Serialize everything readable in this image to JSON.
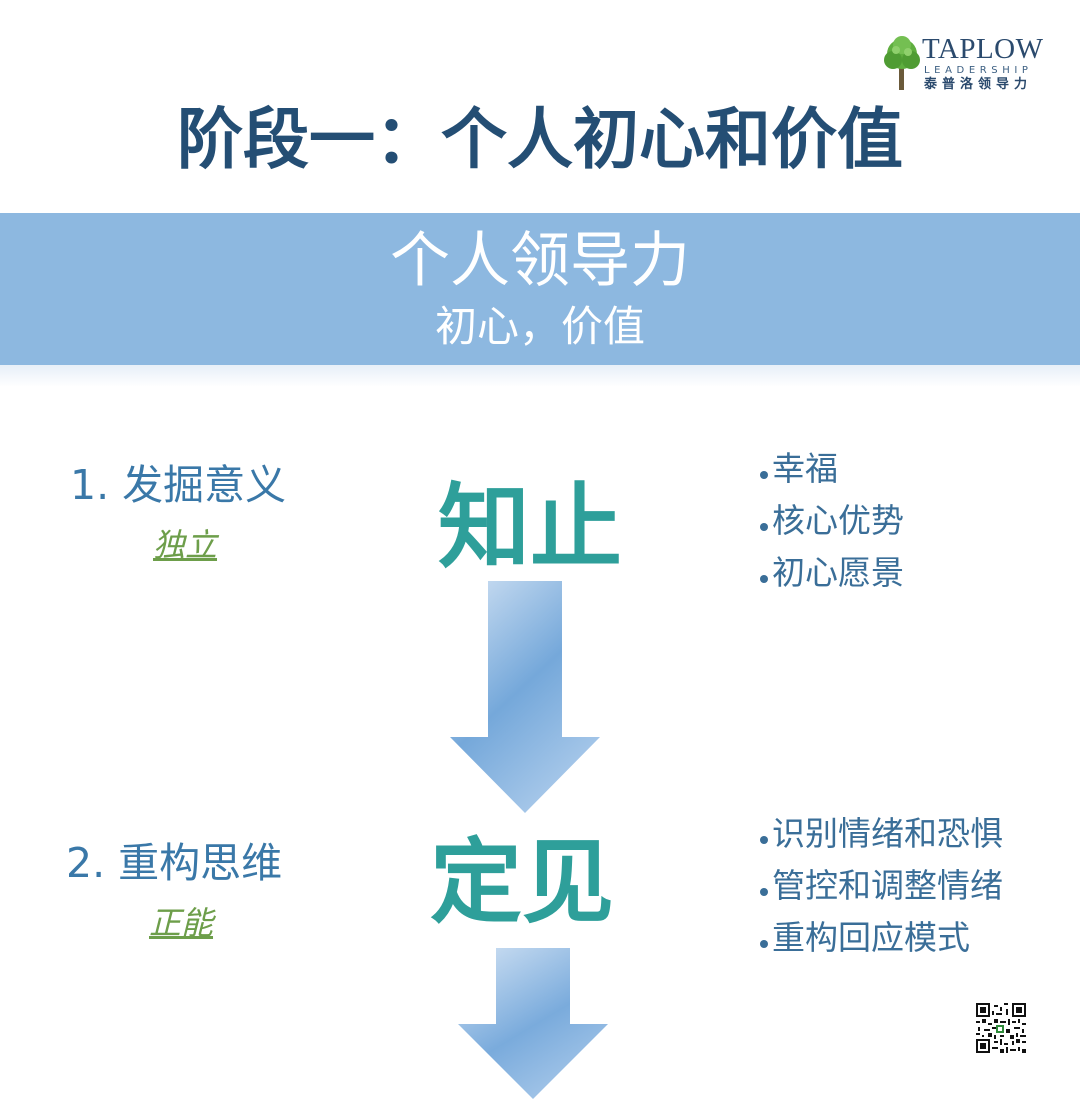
{
  "logo": {
    "name": "TAPLOW",
    "sub": "LEADERSHIP",
    "cn": "泰普洛领导力"
  },
  "title": "阶段一：个人初心和价值",
  "banner": {
    "title": "个人领导力",
    "subtitle": "初心，价值"
  },
  "steps": [
    {
      "label": "1. 发掘意义",
      "sub": "独立",
      "keyword": "知止",
      "bullets": [
        "幸福",
        "核心优势",
        "初心愿景"
      ]
    },
    {
      "label": "2. 重构思维",
      "sub": "正能",
      "keyword": "定见",
      "bullets": [
        "识别情绪和恐惧",
        "管控和调整情绪",
        "重构回应模式"
      ]
    }
  ],
  "colors": {
    "title": "#244e74",
    "banner": "#8db8e0",
    "step_label": "#3a78a8",
    "step_sub": "#6d9e4a",
    "keyword": "#2e9f9a",
    "bullet": "#3a6e98",
    "arrow_light": "#cfe0f3",
    "arrow_dark": "#6fa3d8"
  },
  "icons": {
    "logo": "tree-icon",
    "arrow": "arrow-down-icon",
    "qr": "qr-code-icon"
  }
}
